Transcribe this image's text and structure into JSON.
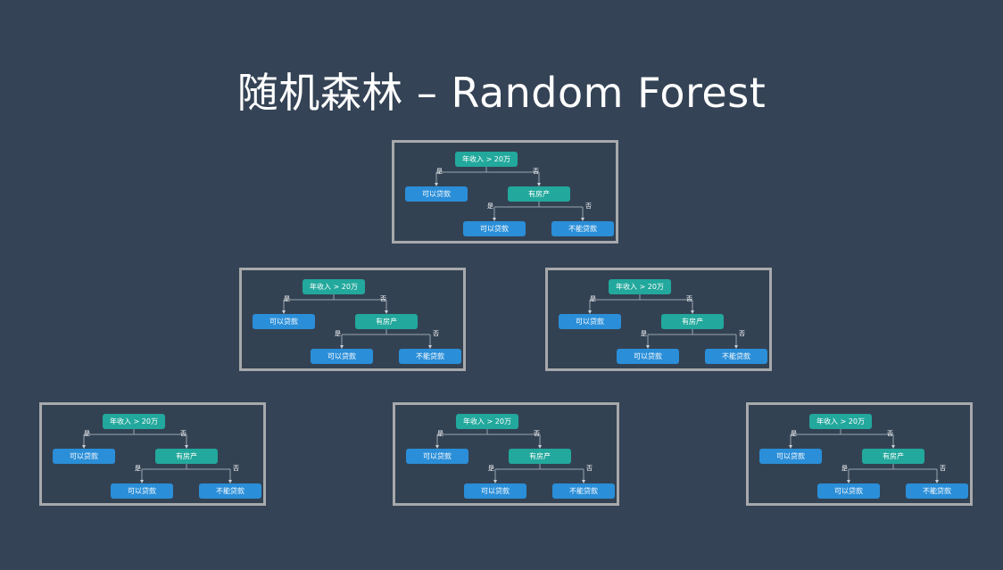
{
  "title": "随机森林 – Random Forest",
  "trees": [
    {
      "root": "年收入 > 20万",
      "yes_label": "是",
      "no_label": "否",
      "left_leaf": "可以贷款",
      "right_node": "有房产",
      "right_yes_label": "是",
      "right_no_label": "否",
      "right_left_leaf": "可以贷款",
      "right_right_leaf": "不能贷款"
    },
    {
      "root": "年收入 > 20万",
      "yes_label": "是",
      "no_label": "否",
      "left_leaf": "可以贷款",
      "right_node": "有房产",
      "right_yes_label": "是",
      "right_no_label": "否",
      "right_left_leaf": "可以贷款",
      "right_right_leaf": "不能贷款"
    },
    {
      "root": "年收入 > 20万",
      "yes_label": "是",
      "no_label": "否",
      "left_leaf": "可以贷款",
      "right_node": "有房产",
      "right_yes_label": "是",
      "right_no_label": "否",
      "right_left_leaf": "可以贷款",
      "right_right_leaf": "不能贷款"
    },
    {
      "root": "年收入 > 20万",
      "yes_label": "是",
      "no_label": "否",
      "left_leaf": "可以贷款",
      "right_node": "有房产",
      "right_yes_label": "是",
      "right_no_label": "否",
      "right_left_leaf": "可以贷款",
      "right_right_leaf": "不能贷款"
    },
    {
      "root": "年收入 > 20万",
      "yes_label": "是",
      "no_label": "否",
      "left_leaf": "可以贷款",
      "right_node": "有房产",
      "right_yes_label": "是",
      "right_no_label": "否",
      "right_left_leaf": "可以贷款",
      "right_right_leaf": "不能贷款"
    },
    {
      "root": "年收入 > 20万",
      "yes_label": "是",
      "no_label": "否",
      "left_leaf": "可以贷款",
      "right_node": "有房产",
      "right_yes_label": "是",
      "right_no_label": "否",
      "right_left_leaf": "可以贷款",
      "right_right_leaf": "不能贷款"
    }
  ],
  "colors": {
    "background": "#344355",
    "condition_node": "#22a89c",
    "leaf_node": "#2a8ed8",
    "frame": "#a7a9ac"
  }
}
